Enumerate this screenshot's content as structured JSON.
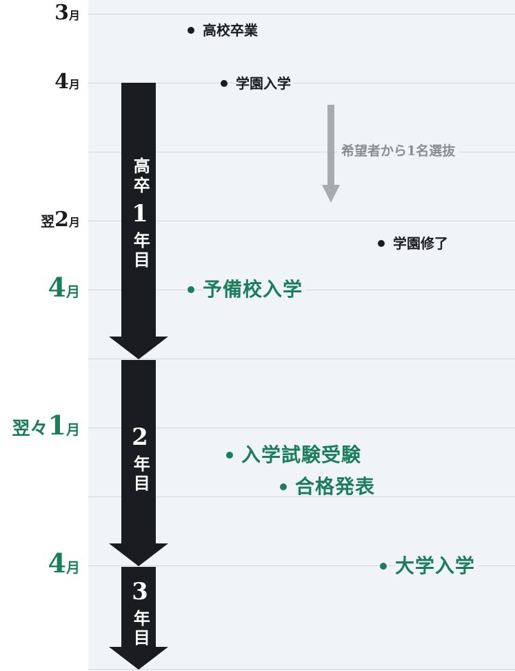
{
  "months": [
    {
      "pre": "",
      "num": "3",
      "unit": "月",
      "green": false
    },
    {
      "pre": "",
      "num": "4",
      "unit": "月",
      "green": false
    },
    {
      "pre": "翌",
      "num": "2",
      "unit": "月",
      "green": false
    },
    {
      "pre": "",
      "num": "4",
      "unit": "月",
      "green": true
    },
    {
      "pre": "翌々",
      "num": "1",
      "unit": "月",
      "green": true
    },
    {
      "pre": "",
      "num": "4",
      "unit": "月",
      "green": true
    }
  ],
  "events": {
    "graduation": "高校卒業",
    "academy_entry": "学園入学",
    "selection": "希望者から1名選抜",
    "academy_complete": "学園修了",
    "prep_entry": "予備校入学",
    "entrance_exam": "入学試験受験",
    "result": "合格発表",
    "university_entry": "大学入学"
  },
  "years": [
    {
      "prefix": "高卒",
      "num": "1",
      "suffix": "年目"
    },
    {
      "prefix": "",
      "num": "2",
      "suffix": "年目"
    },
    {
      "prefix": "",
      "num": "3",
      "suffix": "年目"
    }
  ],
  "colors": {
    "accent_green": "#1a7d5b",
    "arrow_dark": "#1b1c21",
    "panel_bg": "#f1f4f7",
    "gray_arrow": "#a7aaaf"
  }
}
